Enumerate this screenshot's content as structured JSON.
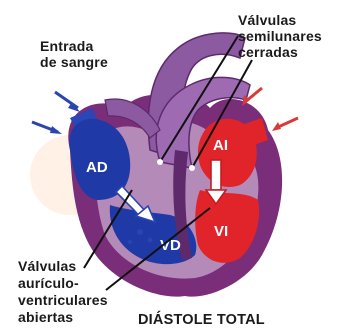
{
  "labels": {
    "blood_inflow": "Entrada\nde sangre",
    "semilunar_valves": "Válvulas\nsemilunares\ncerradas",
    "av_valves": "Válvulas\naurículo-\nventriculares\nabiertas",
    "phase": "DIÁSTOLE TOTAL"
  },
  "chambers": {
    "right_atrium": "AD",
    "right_ventricle": "VD",
    "left_atrium": "AI",
    "left_ventricle": "VI"
  },
  "colors": {
    "deoxygenated": "#1f3aa6",
    "oxygenated": "#e0242a",
    "myocardium": "#7a2d78",
    "myocardium_light": "#b48ab8",
    "vessel_purple": "#8b5aa0",
    "arrow_blue": "#2a45b0",
    "arrow_red": "#d83a3a"
  }
}
